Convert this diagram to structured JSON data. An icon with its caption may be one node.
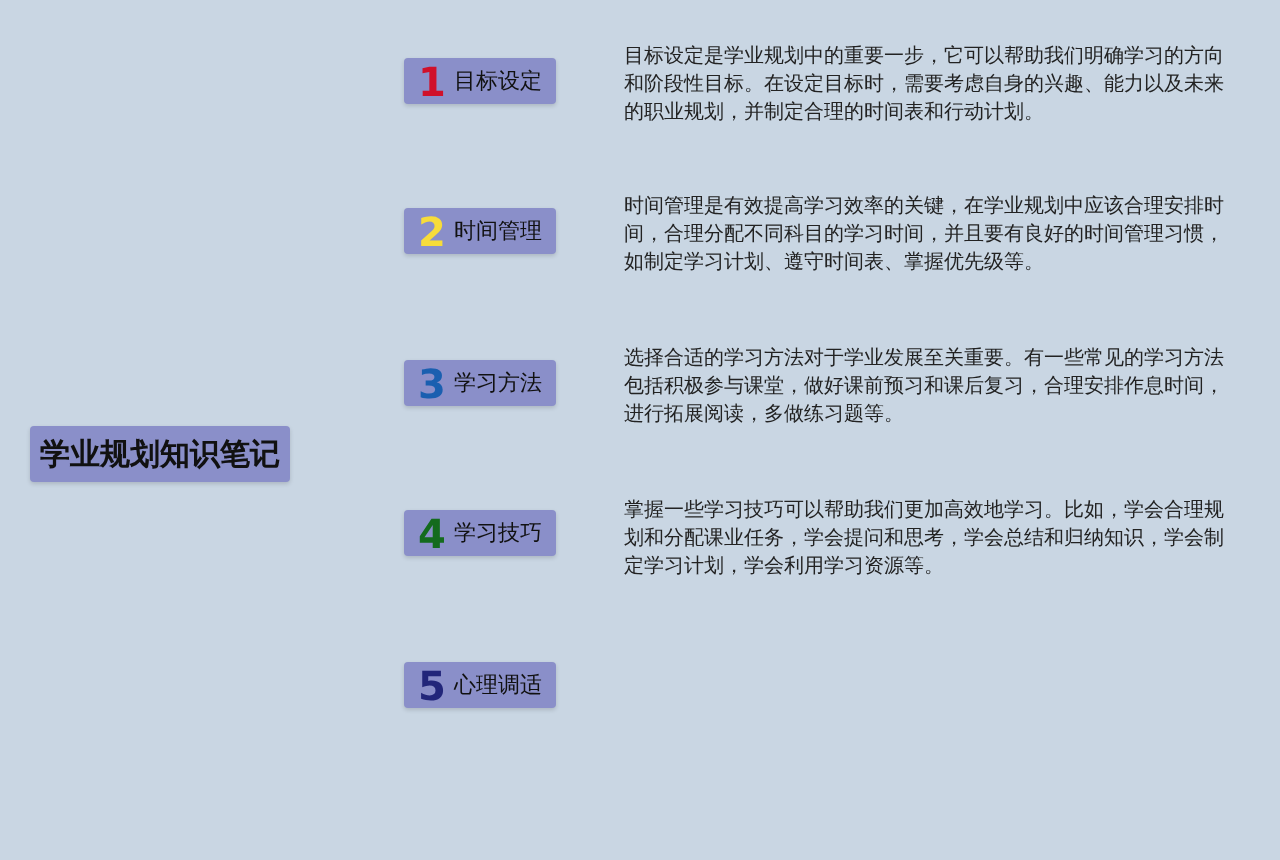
{
  "diagram": {
    "nodes": [
      {
        "text": [
          "学业规划知识笔记"
        ]
      },
      {
        "text": [
          "1",
          "目标设定"
        ],
        "beside": [
          "目标设定是学业规划中的重要一步，它可以帮助我们明确学习的方向和阶段性目标。在设定目标时，需要考虑自身的兴趣、能力以及未来的职业规划，并制定合理的时间表和行动计划。"
        ]
      },
      {
        "text": [
          "2",
          "时间管理"
        ],
        "beside": [
          "时间管理是有效提高学习效率的关键，在学业规划中应该合理安排时间，合理分配不同科目的学习时间，并且要有良好的时间管理习惯，如制定学习计划、遵守时间表、掌握优先级等。"
        ]
      },
      {
        "text": [
          "3",
          "学习方法"
        ],
        "beside": [
          "选择合适的学习方法对于学业发展至关重要。有一些常见的学习方法包括积极参与课堂，做好课前预习和课后复习，合理安排作息时间，进行拓展阅读，多做练习题等。"
        ]
      },
      {
        "text": [
          "4",
          "学习技巧"
        ],
        "beside": [
          "掌握一些学习技巧可以帮助我们更加高效地学习。比如，学会合理规划和分配课业任务，学会提问和思考，学会总结和归纳知识，学会制定学习计划，学会利用学习资源等。"
        ]
      },
      {
        "text": [
          "5",
          "心理调适"
        ]
      }
    ]
  }
}
